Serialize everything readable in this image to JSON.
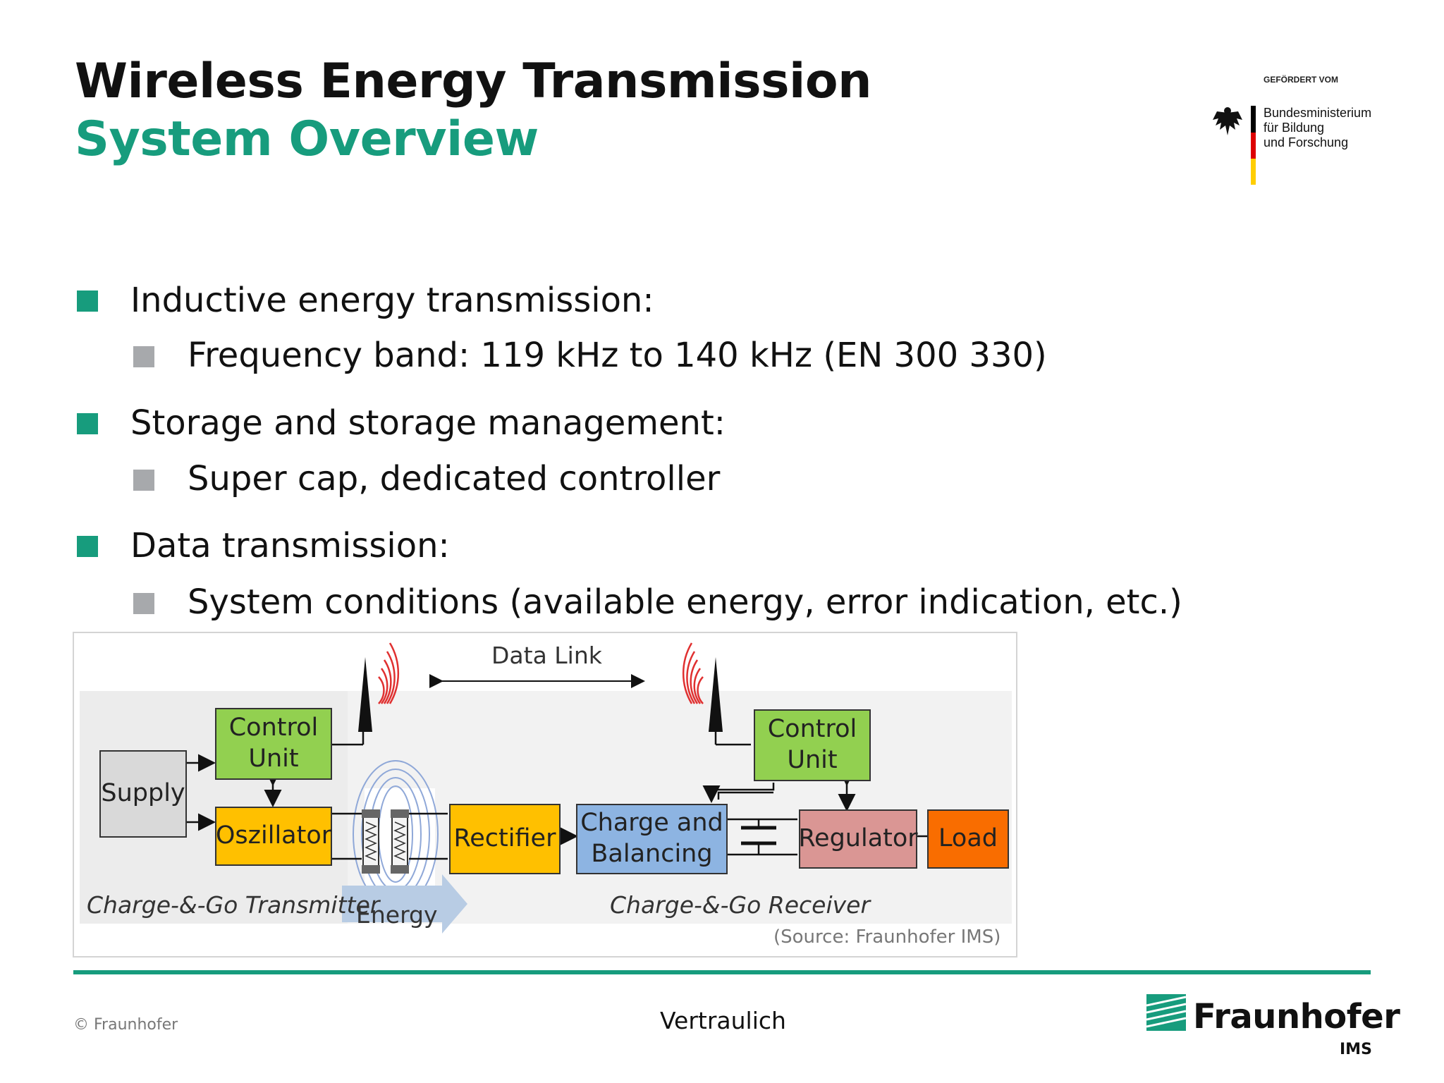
{
  "slide": {
    "title": "Wireless Energy Transmission",
    "subtitle": "System Overview"
  },
  "sponsor": {
    "note": "GEFÖRDERT VOM",
    "lines": [
      "Bundesministerium",
      "für Bildung",
      "und Forschung"
    ]
  },
  "bullets": [
    {
      "text": "Inductive energy transmission:",
      "sub": "Frequency band: 119 kHz to 140 kHz (EN 300 330)"
    },
    {
      "text": "Storage and storage management:",
      "sub": "Super cap, dedicated controller"
    },
    {
      "text": "Data transmission:",
      "sub": "System conditions (available energy, error indication, etc.)"
    }
  ],
  "diagram": {
    "data_link": "Data Link",
    "tx_control": [
      "Control",
      "Unit"
    ],
    "supply": "Supply",
    "oscillator": "Oszillator",
    "rectifier": "Rectifier",
    "charge": [
      "Charge and",
      "Balancing"
    ],
    "rx_control": [
      "Control",
      "Unit"
    ],
    "regulator": "Regulator",
    "load": "Load",
    "transmitter_label": "Charge-&-Go Transmitter",
    "receiver_label": "Charge-&-Go Receiver",
    "energy": "Energy",
    "source": "(Source: Fraunhofer IMS)"
  },
  "footer": {
    "copyright": "© Fraunhofer",
    "confidential": "Vertraulich",
    "org": "Fraunhofer",
    "org_sub": "IMS"
  }
}
